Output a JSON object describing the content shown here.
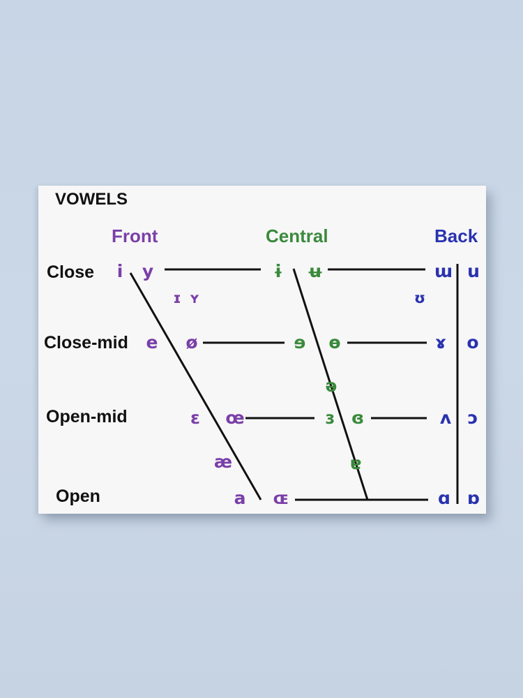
{
  "title": "VOWELS",
  "colors": {
    "front": "#7a3fa8",
    "central": "#3a8a3c",
    "back": "#2a32b0",
    "text": "#111111",
    "line": "#111111"
  },
  "columns": {
    "front": "Front",
    "central": "Central",
    "back": "Back"
  },
  "rows": {
    "close": "Close",
    "close_mid": "Close-mid",
    "open_mid": "Open-mid",
    "open": "Open"
  },
  "vowels": {
    "close_front_unrounded": "i",
    "close_front_rounded": "y",
    "close_central_unrounded": "ɨ",
    "close_central_rounded": "ʉ",
    "close_back_unrounded": "ɯ",
    "close_back_rounded": "u",
    "nearclose_front_unrounded": "ɪ",
    "nearclose_front_rounded": "ʏ",
    "nearclose_back_rounded": "ʊ",
    "closemid_front_unrounded": "e",
    "closemid_front_rounded": "ø",
    "closemid_central_unrounded": "ɘ",
    "closemid_central_rounded": "ɵ",
    "closemid_back_unrounded": "ɤ",
    "closemid_back_rounded": "o",
    "mid_central": "ə",
    "openmid_front_unrounded": "ɛ",
    "openmid_front_rounded": "œ",
    "openmid_central_unrounded": "ɜ",
    "openmid_central_rounded": "ɞ",
    "openmid_back_unrounded": "ʌ",
    "openmid_back_rounded": "ɔ",
    "nearopen_front": "æ",
    "nearopen_central": "ɐ",
    "open_front_unrounded": "a",
    "open_front_rounded": "ɶ",
    "open_back_unrounded": "ɑ",
    "open_back_rounded": "ɒ"
  }
}
